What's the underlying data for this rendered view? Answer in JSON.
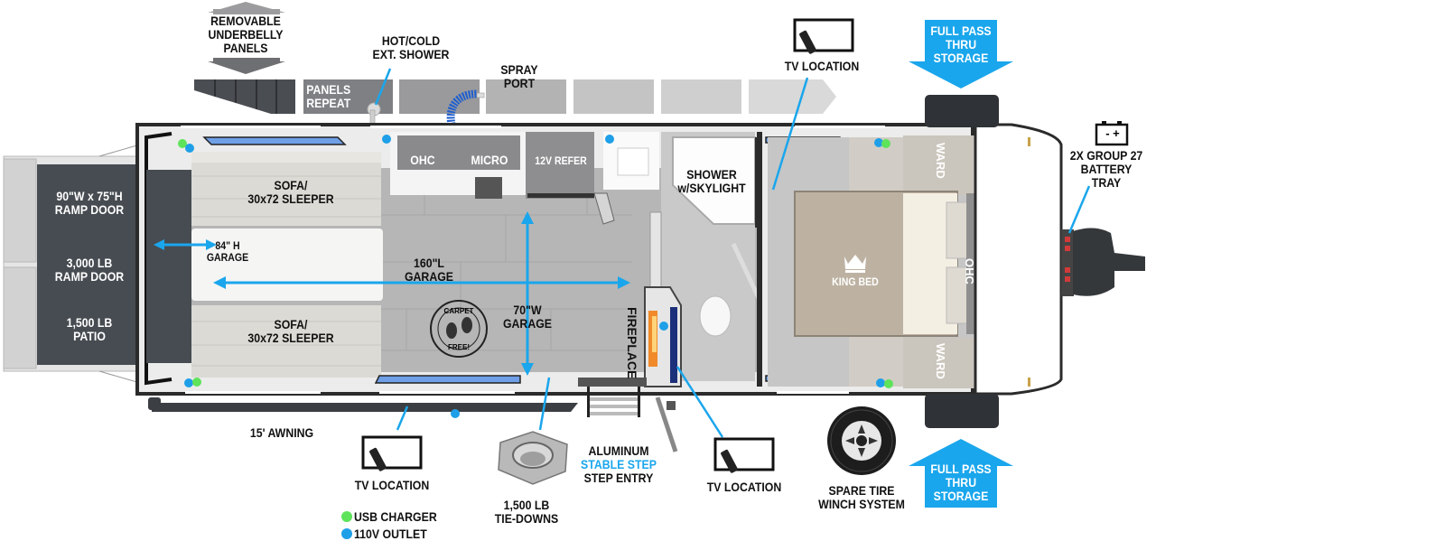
{
  "title": "Travel Trailer Toy Hauler Floorplan",
  "colors": {
    "accent_blue": "#1aa6ec",
    "usb_green": "#5ee35a",
    "outlet_blue": "#1e9fe8",
    "ramp_dark": "#474c52",
    "floor_gray": "#b4b4b4",
    "wall": "#2d2d2d",
    "bed": "#b9ad9d"
  },
  "callouts": {
    "underbelly": "REMOVABLE\nUNDERBELLY\nPANELS",
    "panels_repeat": "PANELS\nREPEAT",
    "ext_shower": "HOT/COLD\nEXT. SHOWER",
    "spray_port": "SPRAY\nPORT",
    "tv_location_top": "TV LOCATION",
    "storage_top": "FULL PASS\nTHRU\nSTORAGE",
    "battery_tray": "2X GROUP 27\nBATTERY\nTRAY",
    "battery_icon": "- +",
    "awning": "15' AWNING",
    "tv_location_bottom_left": "TV LOCATION",
    "tie_downs": "1,500 LB\nTIE-DOWNS",
    "step_line1": "ALUMINUM",
    "step_line2": "STABLE STEP",
    "step_line3": "STEP ENTRY",
    "tv_location_bottom_right": "TV LOCATION",
    "spare_tire": "SPARE TIRE\nWINCH SYSTEM",
    "storage_bottom": "FULL PASS\nTHRU\nSTORAGE"
  },
  "ramp_door": {
    "size": "90\"W x 75\"H\nRAMP DOOR",
    "capacity": "3,000 LB\nRAMP DOOR",
    "patio": "1,500 LB\nPATIO"
  },
  "rooms": {
    "sofa_top": "SOFA/\n30x72 SLEEPER",
    "sofa_bottom": "SOFA/\n30x72 SLEEPER",
    "garage_height": "84\" H\nGARAGE",
    "garage_length": "160\"L\nGARAGE",
    "garage_width": "70\"W\nGARAGE",
    "ohc_kitchen": "OHC",
    "micro": "MICRO",
    "refer": "12V REFER",
    "shower": "SHOWER\nw/SKYLIGHT",
    "fireplace": "FIREPLACE",
    "carpet_free_top": "CARPET",
    "carpet_free_bottom": "FREE!",
    "ward_top": "WARD",
    "ward_bottom": "WARD",
    "bed": "KING BED",
    "ohc_bed": "OHC"
  },
  "legend": [
    {
      "label": "USB CHARGER",
      "color": "#5ee35a"
    },
    {
      "label": "110V OUTLET",
      "color": "#1e9fe8"
    }
  ]
}
